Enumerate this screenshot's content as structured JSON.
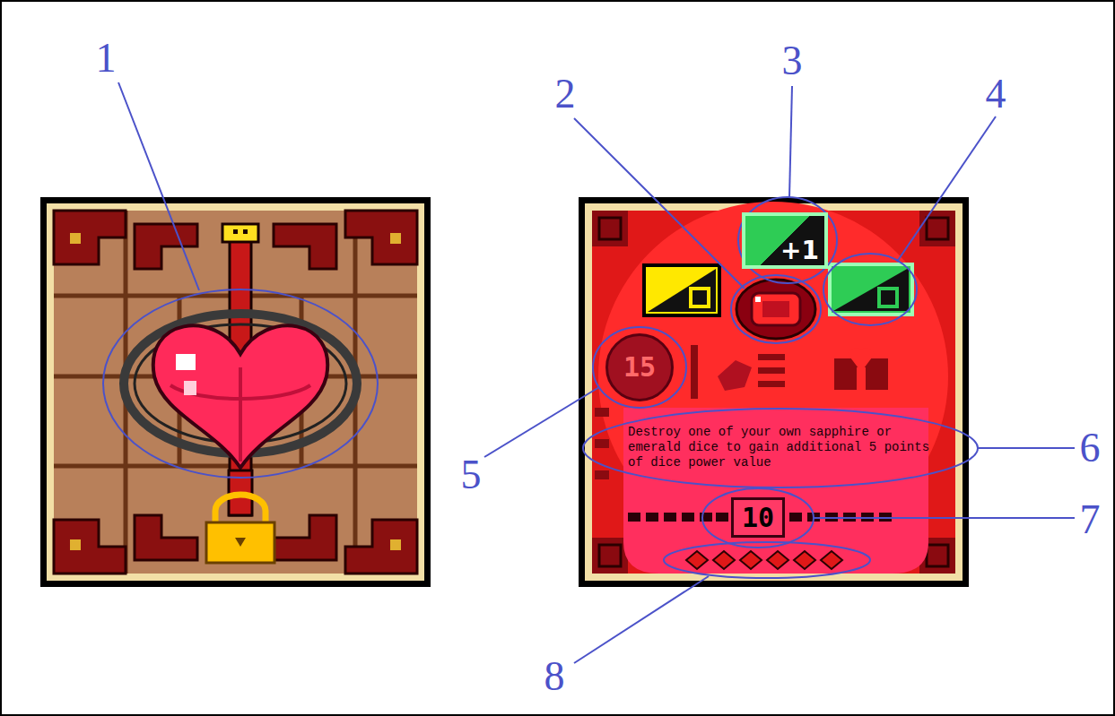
{
  "diagram": {
    "nodes": [
      {
        "text": [
          "+1"
        ]
      },
      {
        "text": [
          "15"
        ]
      },
      {
        "text": [
          "Destroy one of your own sapphire or emerald dice to gain additional 5 points of dice power value"
        ]
      },
      {
        "text": [
          "10"
        ]
      }
    ],
    "labels": [
      "1",
      "2",
      "3",
      "4",
      "5",
      "6",
      "7",
      "8"
    ]
  }
}
